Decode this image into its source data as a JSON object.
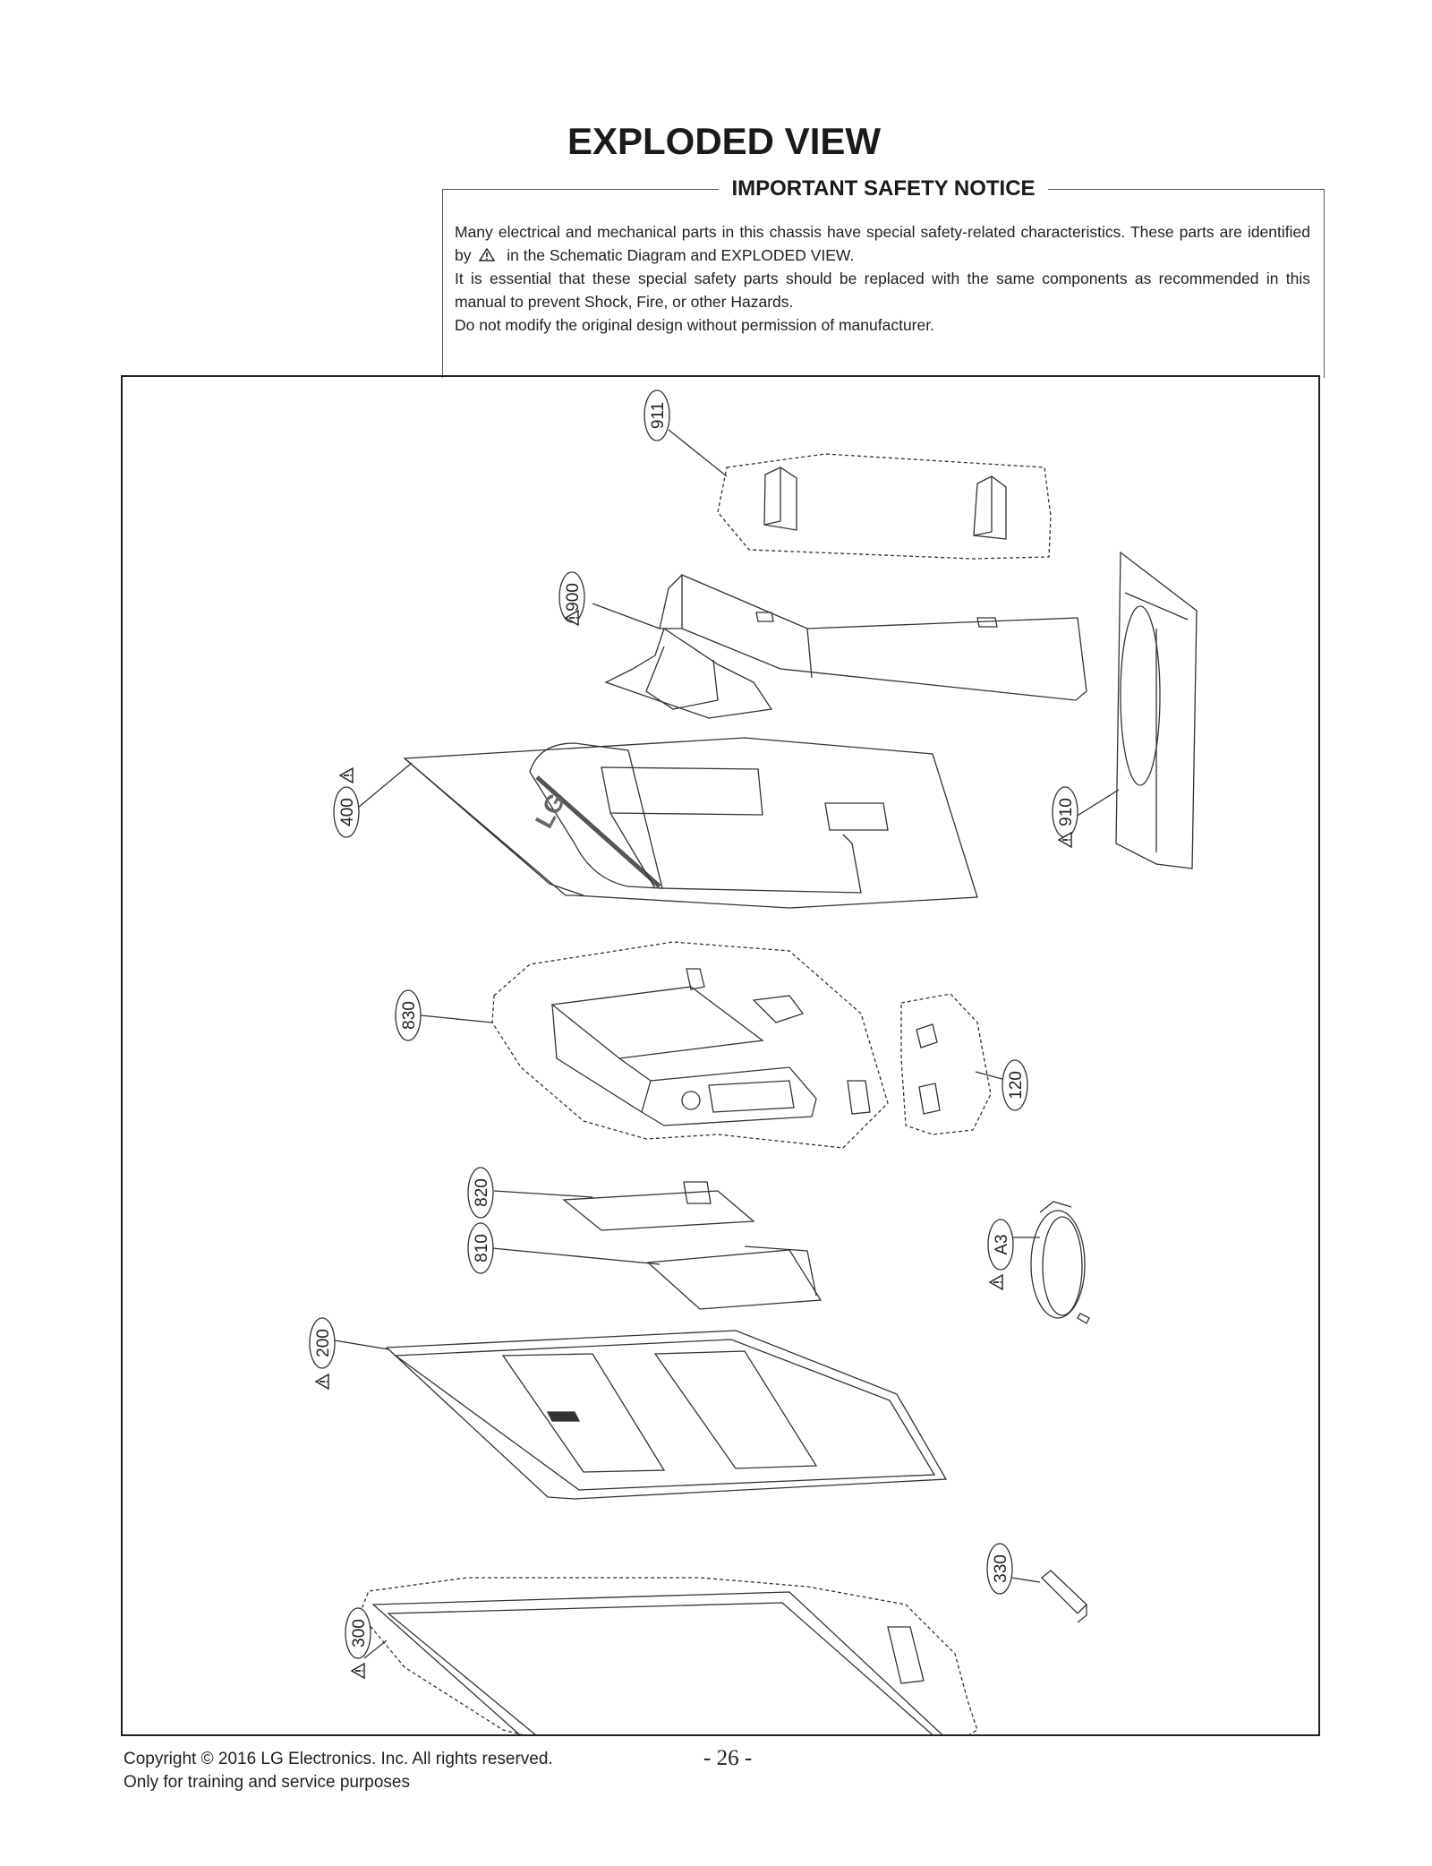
{
  "page": {
    "title": "EXPLODED VIEW",
    "page_number": "- 26 -"
  },
  "notice": {
    "heading": "IMPORTANT SAFETY NOTICE",
    "line1_a": "Many electrical and mechanical parts in this chassis have special safety-related characteristics. These parts are identified by",
    "line1_b": "in the Schematic Diagram and EXPLODED VIEW.",
    "line2": "It is essential that these special safety parts should be replaced with the same components as recommended in this manual to prevent Shock, Fire, or other Hazards.",
    "line3": "Do not modify the original design without permission of manufacturer."
  },
  "parts": {
    "p911": "911",
    "p900": "900",
    "p400": "400",
    "p910": "910",
    "p830": "830",
    "p120": "120",
    "p820": "820",
    "p810": "810",
    "pA3": "A3",
    "p200": "200",
    "p330": "330",
    "p300": "300"
  },
  "logo_text": "LG",
  "footer": {
    "copyright": "Copyright  © 2016  LG Electronics. Inc. All rights reserved.",
    "purpose": "Only for training and service purposes"
  }
}
